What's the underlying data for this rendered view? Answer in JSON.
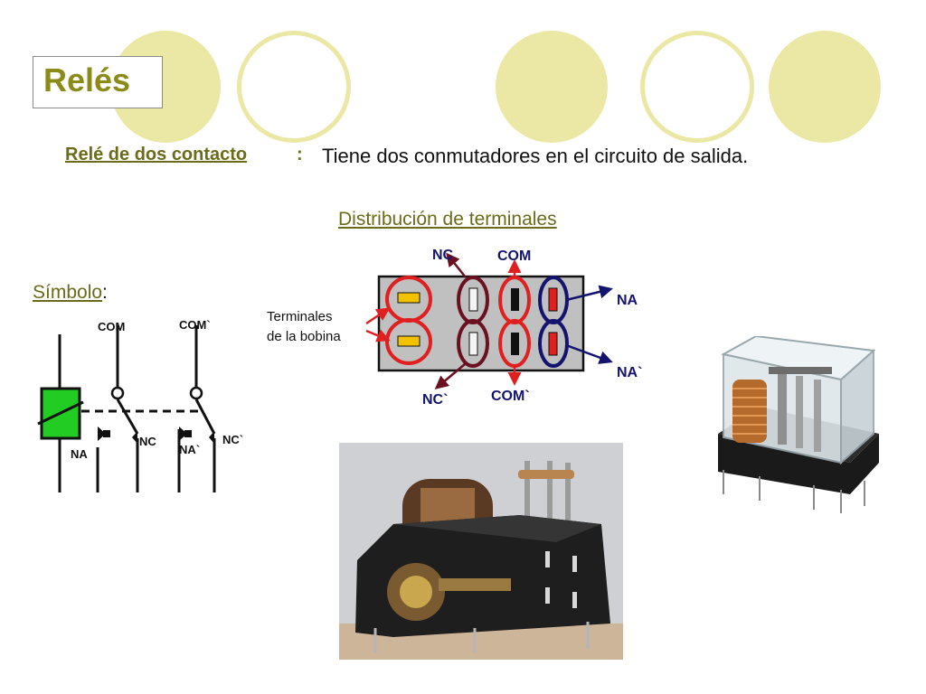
{
  "slide": {
    "title": "Relés",
    "subtitle_label": "Relé de dos contacto",
    "subtitle_colon": ":",
    "subtitle_text": "Tiene dos conmutadores en el circuito de salida.",
    "distribution_title": "Distribución de terminales",
    "symbol_label": "Símbolo",
    "symbol_colon": ":"
  },
  "symbol": {
    "com": "COM",
    "com2": "COM`",
    "nc": "NC",
    "nc2": "NC`",
    "na": "NA",
    "na2": "NA`"
  },
  "terminals": {
    "nc": "NC",
    "com": "COM",
    "na": "NA",
    "na2": "NA`",
    "nc2": "NC`",
    "com2": "COM`",
    "coil_line1": "Terminales",
    "coil_line2": "de la bobina"
  },
  "colors": {
    "decor": "#ebe7a4",
    "heading": "#8b8b1a",
    "coil_green": "#22cc22",
    "terminal_red": "#e02020",
    "terminal_navy": "#14146e",
    "terminal_maroon": "#6a1020"
  }
}
